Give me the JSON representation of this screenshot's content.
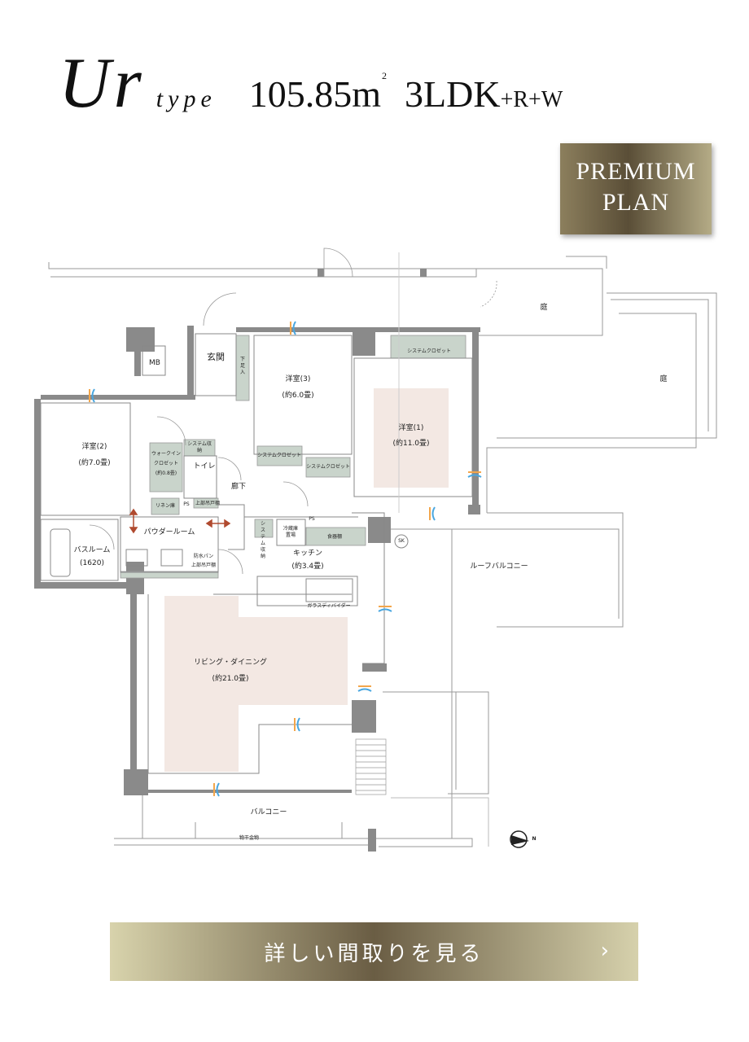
{
  "header": {
    "type_name": "Ur",
    "type_suffix": "type",
    "area": "105.85m",
    "area_unit_sup": "2",
    "layout": "3LDK",
    "layout_extra": "+R+W"
  },
  "badge": {
    "line1": "PREMIUM",
    "line2": "PLAN"
  },
  "floorplan": {
    "rooms": {
      "garden1": "庭",
      "garden2": "庭",
      "mb": "MB",
      "entrance": "玄関",
      "shoe_closet": "下足入",
      "western3": "洋室(3)",
      "western3_size": "(約6.0畳)",
      "western1": "洋室(1)",
      "western1_size": "(約11.0畳)",
      "western2": "洋室(2)",
      "western2_size": "(約7.0畳)",
      "system_closet_w1": "システムクロゼット",
      "system_closet_w3a": "システムクロゼット",
      "system_closet_w3b": "システムクロゼット",
      "system_storage": "システム収納",
      "wic": "ウォークイン",
      "wic2": "クロゼット",
      "wic_size": "(約0.8畳)",
      "toilet": "トイレ",
      "hallway": "廊下",
      "ps1": "PS",
      "upper_cabinet": "上部吊戸棚",
      "linen": "リネン庫",
      "powder": "パウダールーム",
      "bath": "バスルーム",
      "bath_size": "(1620)",
      "waterproof_pan": "防水パン",
      "upper_cabinet2": "上部吊戸棚",
      "system_storage2": "システム収納",
      "fridge": "冷蔵庫置場",
      "ps2": "PS",
      "cupboard": "食器棚",
      "sk": "SK",
      "kitchen": "キッチン",
      "kitchen_size": "(約3.4畳)",
      "glass_divider": "ガラスディバイダー",
      "roof_balcony": "ルーフバルコニー",
      "living": "リビング・ダイニング",
      "living_size": "(約21.0畳)",
      "balcony": "バルコニー",
      "laundry": "物干金物",
      "north": "N"
    }
  },
  "cta": {
    "label": "詳しい間取りを見る",
    "chevron": "›"
  },
  "colors": {
    "room_fill": "#f3e8e3",
    "storage_fill": "#c9d4cb",
    "wall": "#8a8a8a",
    "gold_dark": "#5a4e37",
    "gold_light": "#d8d3ac"
  }
}
